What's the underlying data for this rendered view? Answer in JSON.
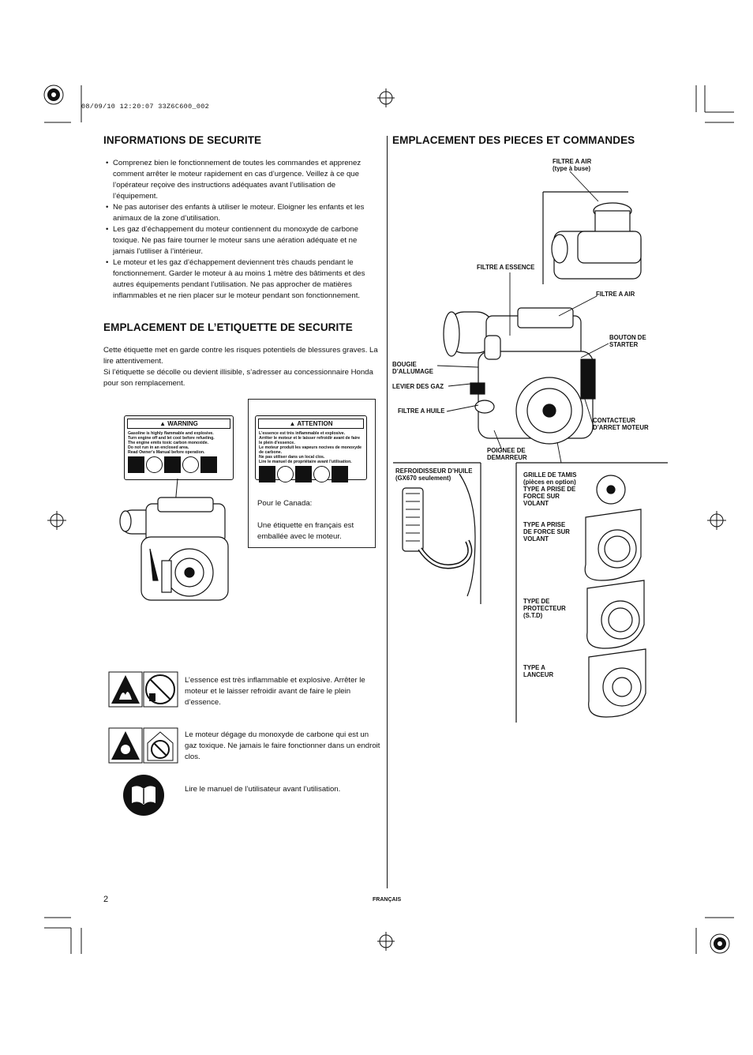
{
  "header": {
    "timestamp": "08/09/10 12:20:07 33Z6C600_002"
  },
  "safety": {
    "title": "INFORMATIONS DE SECURITE",
    "bullets": [
      "Comprenez bien le fonctionnement de toutes les commandes et apprenez comment arrêter le moteur rapidement en cas d’urgence. Veillez à ce que l’opérateur reçoive des instructions adéquates avant l’utilisation de l’équipement.",
      "Ne pas autoriser des enfants à utiliser le moteur. Eloigner les enfants et les animaux de la zone d’utilisation.",
      "Les gaz d’échappement du moteur contiennent du monoxyde de carbone toxique. Ne pas faire tourner le moteur sans une aération adéquate et ne jamais l’utiliser à l’intérieur.",
      "Le moteur et les gaz d’échappement deviennent très chauds pendant le fonctionnement. Garder le moteur à au moins 1 mètre des bâtiments et des autres équipements pendant l’utilisation. Ne pas approcher de matières inflammables et ne rien placer sur le moteur pendant son fonctionnement."
    ]
  },
  "label_location": {
    "title": "EMPLACEMENT DE L’ETIQUETTE DE SECURITE",
    "paragraph1": "Cette étiquette met en garde contre les risques potentiels de blessures graves. La lire attentivement.",
    "paragraph2": "Si l’étiquette se décolle ou devient illisible, s’adresser au concessionnaire Honda pour son remplacement.",
    "warning_label": {
      "title": "WARNING",
      "lines": [
        "Gasoline is highly flammable and explosive.",
        "Turn engine off and let cool before refueling.",
        "The engine emits toxic carbon monoxide.",
        "Do not run in an enclosed area.",
        "Read Owner's Manual before operation."
      ]
    },
    "attention_label": {
      "title": "ATTENTION",
      "lines": [
        "L'essence est très inflammable et explosive.",
        "Arrêter le moteur et le laisser refroidir avant de faire le plein d'essence.",
        "Le moteur produit les vapeurs nocives de monoxyde de carbone.",
        "Ne pas utiliser dans un local clos.",
        "Lire le manuel de propriétaire avant l'utilisation."
      ]
    },
    "canada_title": "Pour le Canada:",
    "canada_text": "Une étiquette en français est emballée avec le moteur."
  },
  "symbols": [
    {
      "icon": "flame-fuel-icon",
      "text": "L’essence est très inflammable et explosive. Arrêter le moteur et le laisser refroidir avant de faire le plein d’essence."
    },
    {
      "icon": "carbon-monoxide-icon",
      "text": "Le moteur dégage du monoxyde de carbone qui est un gaz toxique. Ne jamais le faire fonctionner dans un endroit clos."
    },
    {
      "icon": "manual-book-icon",
      "text": "Lire le manuel de l’utilisateur avant l’utilisation."
    }
  ],
  "parts": {
    "title": "EMPLACEMENT DES PIECES ET COMMANDES",
    "labels": {
      "air_filter_nozzle_1": "FILTRE A AIR",
      "air_filter_nozzle_2": "(type à buse)",
      "fuel_filter": "FILTRE A ESSENCE",
      "air_filter": "FILTRE A AIR",
      "choke_1": "BOUTON DE",
      "choke_2": "STARTER",
      "spark_plug_1": "BOUGIE",
      "spark_plug_2": "D’ALLUMAGE",
      "throttle": "LEVIER DES GAZ",
      "oil_filter": "FILTRE A HUILE",
      "switch_1": "CONTACTEUR",
      "switch_2": "D’ARRET MOTEUR",
      "starter_grip_1": "POIGNEE DE",
      "starter_grip_2": "DEMARREUR",
      "oil_cooler_1": "REFROIDISSEUR D’HUILE",
      "oil_cooler_2": "(GX670 seulement)",
      "screen_grid_1": "GRILLE DE TAMIS",
      "screen_grid_2": "(pièces en option)",
      "screen_grid_3": "TYPE A PRISE DE",
      "screen_grid_4": "FORCE SUR",
      "screen_grid_5": "VOLANT",
      "pto_1": "TYPE A PRISE",
      "pto_2": "DE FORCE SUR",
      "pto_3": "VOLANT",
      "std_1": "TYPE DE",
      "std_2": "PROTECTEUR",
      "std_3": "(S.T.D)",
      "launcher_1": "TYPE A",
      "launcher_2": "LANCEUR"
    }
  },
  "footer": {
    "page_number": "2",
    "language": "FRANÇAIS"
  }
}
